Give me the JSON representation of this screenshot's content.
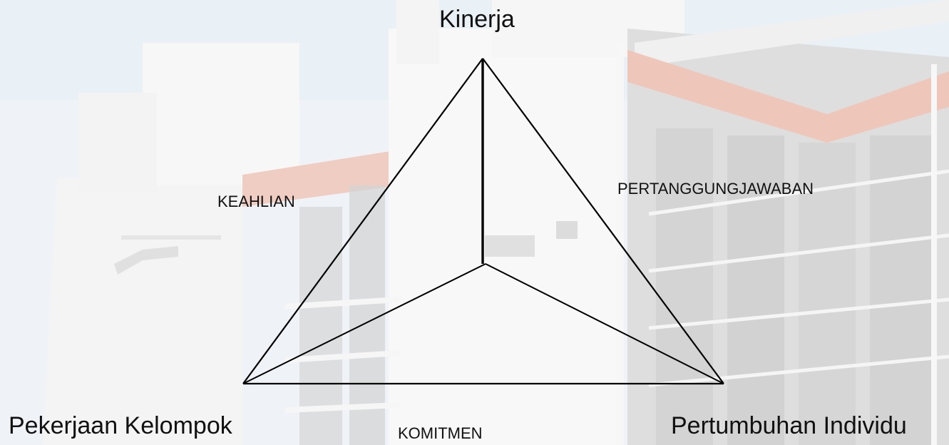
{
  "vertices": {
    "top": "Kinerja",
    "bottom_left": "Pekerjaan Kelompok",
    "bottom_right": "Pertumbuhan Individu"
  },
  "edges": {
    "left": "KEAHLIAN",
    "right": "PERTANGGUNGJAWABAN",
    "bottom": "KOMITMEN"
  }
}
